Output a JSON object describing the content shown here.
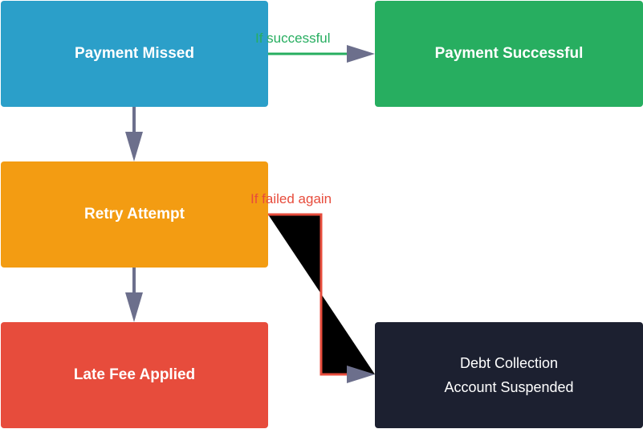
{
  "colors": {
    "missed": "#2b9fc9",
    "success": "#27ae60",
    "retry": "#f39c12",
    "late": "#e74c3c",
    "debt": "#1c2030",
    "arrow": "#6c6f8c",
    "success_edge": "#27ae60",
    "failed_edge": "#e74c3c"
  },
  "nodes": {
    "missed": {
      "label": "Payment Missed"
    },
    "success": {
      "label": "Payment Successful"
    },
    "retry": {
      "label": "Retry Attempt"
    },
    "late": {
      "label": "Late Fee Applied"
    },
    "debt": {
      "line1": "Debt Collection",
      "line2": "Account Suspended"
    }
  },
  "edges": {
    "success_label": "If successful",
    "failed_label": "If failed again"
  }
}
